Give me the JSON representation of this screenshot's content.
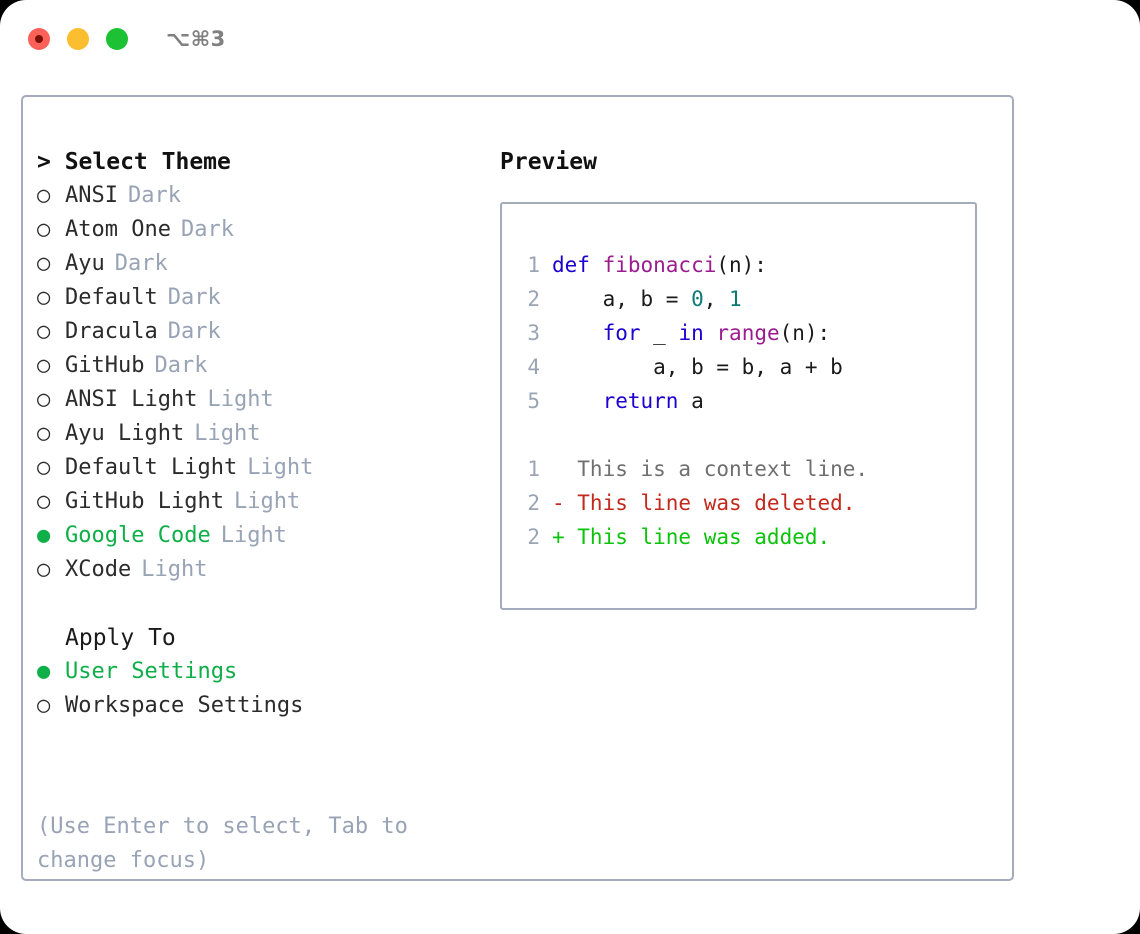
{
  "titlebar": {
    "shortcut": "⌥⌘3",
    "buttons": [
      {
        "name": "close",
        "color": "#fb6059"
      },
      {
        "name": "minimize",
        "color": "#fbbe2e"
      },
      {
        "name": "zoom",
        "color": "#1dc234"
      }
    ]
  },
  "theme_picker": {
    "header": "> Select Theme",
    "options": [
      {
        "marker": "○",
        "label": "ANSI",
        "suffix": "Dark",
        "selected": false
      },
      {
        "marker": "○",
        "label": "Atom One",
        "suffix": "Dark",
        "selected": false
      },
      {
        "marker": "○",
        "label": "Ayu",
        "suffix": "Dark",
        "selected": false
      },
      {
        "marker": "○",
        "label": "Default",
        "suffix": "Dark",
        "selected": false
      },
      {
        "marker": "○",
        "label": "Dracula",
        "suffix": "Dark",
        "selected": false
      },
      {
        "marker": "○",
        "label": "GitHub",
        "suffix": "Dark",
        "selected": false
      },
      {
        "marker": "○",
        "label": "ANSI Light",
        "suffix": "Light",
        "selected": false
      },
      {
        "marker": "○",
        "label": "Ayu Light",
        "suffix": "Light",
        "selected": false
      },
      {
        "marker": "○",
        "label": "Default Light",
        "suffix": "Light",
        "selected": false
      },
      {
        "marker": "○",
        "label": "GitHub Light",
        "suffix": "Light",
        "selected": false
      },
      {
        "marker": "●",
        "label": "Google Code",
        "suffix": "Light",
        "selected": true
      },
      {
        "marker": "○",
        "label": "XCode",
        "suffix": "Light",
        "selected": false
      }
    ]
  },
  "apply_to": {
    "header": "Apply To",
    "options": [
      {
        "marker": "●",
        "label": "User Settings",
        "selected": true
      },
      {
        "marker": "○",
        "label": "Workspace Settings",
        "selected": false
      }
    ]
  },
  "hint": "(Use Enter to select, Tab to change focus)",
  "preview": {
    "title": "Preview",
    "code_lines": [
      {
        "ln": "1",
        "tokens": [
          {
            "t": "def ",
            "c": "kw"
          },
          {
            "t": "fibonacci",
            "c": "fn"
          },
          {
            "t": "(n):",
            "c": "pl"
          }
        ]
      },
      {
        "ln": "2",
        "tokens": [
          {
            "t": "    a, b = ",
            "c": "pl"
          },
          {
            "t": "0",
            "c": "num"
          },
          {
            "t": ", ",
            "c": "pl"
          },
          {
            "t": "1",
            "c": "num"
          }
        ]
      },
      {
        "ln": "3",
        "tokens": [
          {
            "t": "    ",
            "c": "pl"
          },
          {
            "t": "for",
            "c": "kw"
          },
          {
            "t": " _ ",
            "c": "pl"
          },
          {
            "t": "in",
            "c": "kw"
          },
          {
            "t": " ",
            "c": "pl"
          },
          {
            "t": "range",
            "c": "fn"
          },
          {
            "t": "(n):",
            "c": "pl"
          }
        ]
      },
      {
        "ln": "4",
        "tokens": [
          {
            "t": "        a, b = b, a + b",
            "c": "pl"
          }
        ]
      },
      {
        "ln": "5",
        "tokens": [
          {
            "t": "    ",
            "c": "pl"
          },
          {
            "t": "return",
            "c": "kw"
          },
          {
            "t": " a",
            "c": "pl"
          }
        ]
      }
    ],
    "diff_lines": [
      {
        "ln": "1",
        "text": "  This is a context line.",
        "kind": "ctx"
      },
      {
        "ln": "2",
        "text": "- This line was deleted.",
        "kind": "del"
      },
      {
        "ln": "2",
        "text": "+ This line was added.",
        "kind": "add"
      }
    ]
  },
  "colors": {
    "accent_green": "#0eaf48",
    "muted": "#98a3b5",
    "border": "#a3acbd",
    "keyword": "#1c00cf",
    "function": "#9b1c8f",
    "number": "#0d7b74",
    "diff_delete": "#c3291c",
    "diff_add": "#0ac30a"
  }
}
